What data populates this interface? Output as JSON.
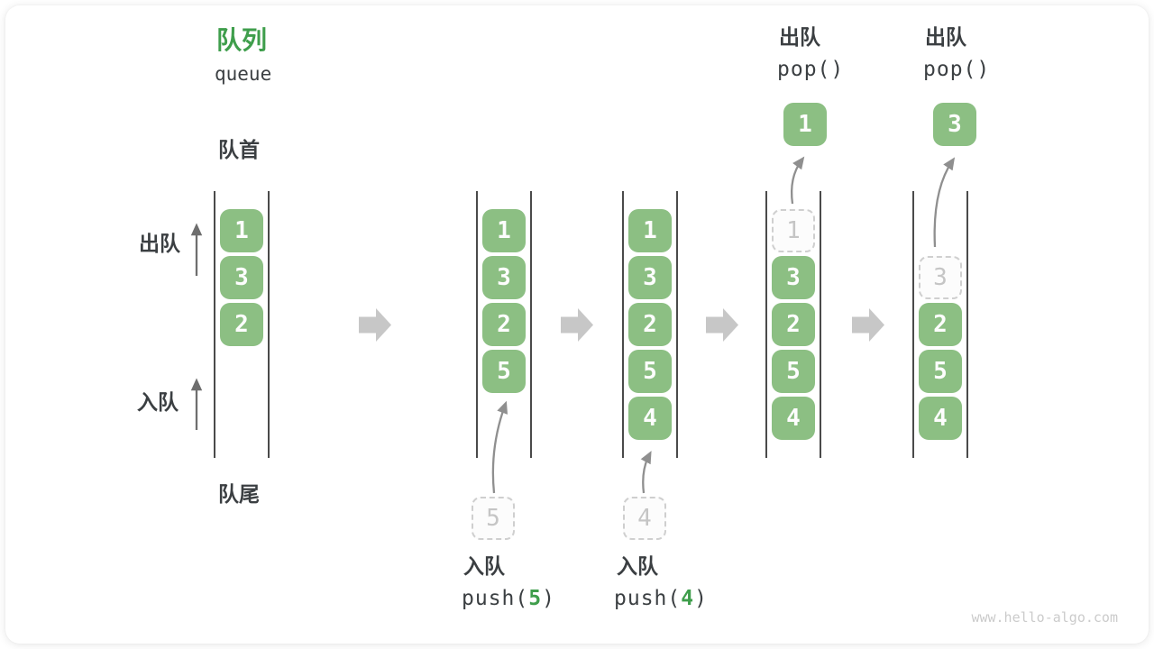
{
  "title": {
    "zh": "队列",
    "en": "queue"
  },
  "side_labels": {
    "front": "队首",
    "rear": "队尾",
    "dequeue": "出队",
    "enqueue": "入队"
  },
  "watermark": "www.hello-algo.com",
  "colors": {
    "block_green": "#8cbf83",
    "accent_green": "#3f9e4c",
    "text_dark": "#3b3f42",
    "big_arrow_gray": "#c7c7c7",
    "thin_arrow_gray": "#6e6e6e",
    "curved_arrow_gray": "#8f8f8f",
    "ghost_border": "#cfcfcf",
    "ghost_text": "#c5c5c5",
    "container_line": "#4a4a4a",
    "watermark_gray": "#cbcbcb"
  },
  "states": [
    {
      "slots": [
        {
          "slot": 1,
          "value": "1",
          "type": "solid"
        },
        {
          "slot": 2,
          "value": "3",
          "type": "solid"
        },
        {
          "slot": 3,
          "value": "2",
          "type": "solid"
        }
      ]
    },
    {
      "slots": [
        {
          "slot": 1,
          "value": "1",
          "type": "solid"
        },
        {
          "slot": 2,
          "value": "3",
          "type": "solid"
        },
        {
          "slot": 3,
          "value": "2",
          "type": "solid"
        },
        {
          "slot": 4,
          "value": "5",
          "type": "solid"
        }
      ],
      "op": {
        "label": "入队",
        "code_fn": "push(",
        "code_arg": "5",
        "code_close": ")",
        "ghost_value": "5"
      }
    },
    {
      "slots": [
        {
          "slot": 1,
          "value": "1",
          "type": "solid"
        },
        {
          "slot": 2,
          "value": "3",
          "type": "solid"
        },
        {
          "slot": 3,
          "value": "2",
          "type": "solid"
        },
        {
          "slot": 4,
          "value": "5",
          "type": "solid"
        },
        {
          "slot": 5,
          "value": "4",
          "type": "solid"
        }
      ],
      "op": {
        "label": "入队",
        "code_fn": "push(",
        "code_arg": "4",
        "code_close": ")",
        "ghost_value": "4"
      }
    },
    {
      "slots": [
        {
          "slot": 1,
          "value": "1",
          "type": "ghost"
        },
        {
          "slot": 2,
          "value": "3",
          "type": "solid"
        },
        {
          "slot": 3,
          "value": "2",
          "type": "solid"
        },
        {
          "slot": 4,
          "value": "5",
          "type": "solid"
        },
        {
          "slot": 5,
          "value": "4",
          "type": "solid"
        }
      ],
      "op": {
        "label": "出队",
        "code_fn": "pop()",
        "popped_value": "1"
      }
    },
    {
      "slots": [
        {
          "slot": 2,
          "value": "3",
          "type": "ghost"
        },
        {
          "slot": 3,
          "value": "2",
          "type": "solid"
        },
        {
          "slot": 4,
          "value": "5",
          "type": "solid"
        },
        {
          "slot": 5,
          "value": "4",
          "type": "solid"
        }
      ],
      "op": {
        "label": "出队",
        "code_fn": "pop()",
        "popped_value": "3"
      }
    }
  ]
}
